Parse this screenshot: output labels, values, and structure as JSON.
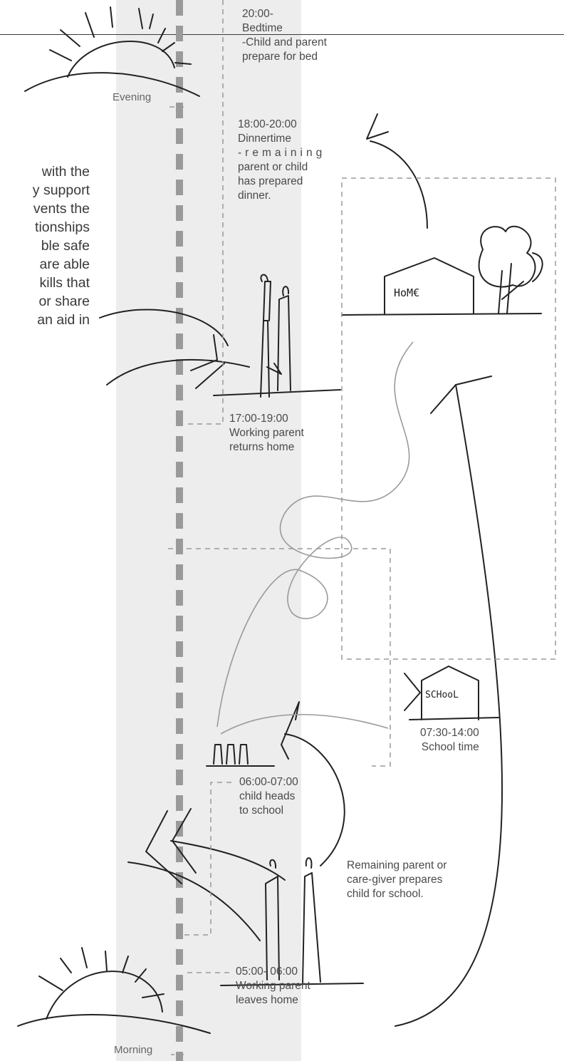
{
  "sun_labels": {
    "evening": "Evening",
    "morning": "Morning"
  },
  "events": {
    "bedtime": "20:00-\nBedtime\n-Child and parent\nprepare for bed",
    "dinner_time": "18:00-20:00\nDinnertime",
    "dinner_remaining": "-remaining",
    "dinner_rest": "parent or child\nhas prepared\ndinner.",
    "returns": "17:00-19:00\nWorking parent\nreturns home",
    "school_time": "07:30-14:00\nSchool time",
    "heads_school": "06:00-07:00\nchild heads\nto school",
    "prepares": "Remaining parent or\ncare-giver prepares\nchild for school.",
    "leaves": "05:00- 06:00\nWorking parent\nleaves home"
  },
  "body_text_lines": [
    "with the",
    "y support",
    "vents the",
    "tionships",
    "ble  safe",
    "are able",
    "kills that",
    "or share",
    "an aid in"
  ],
  "handwritten": {
    "home": "HoM€",
    "school": "SCHooL"
  }
}
